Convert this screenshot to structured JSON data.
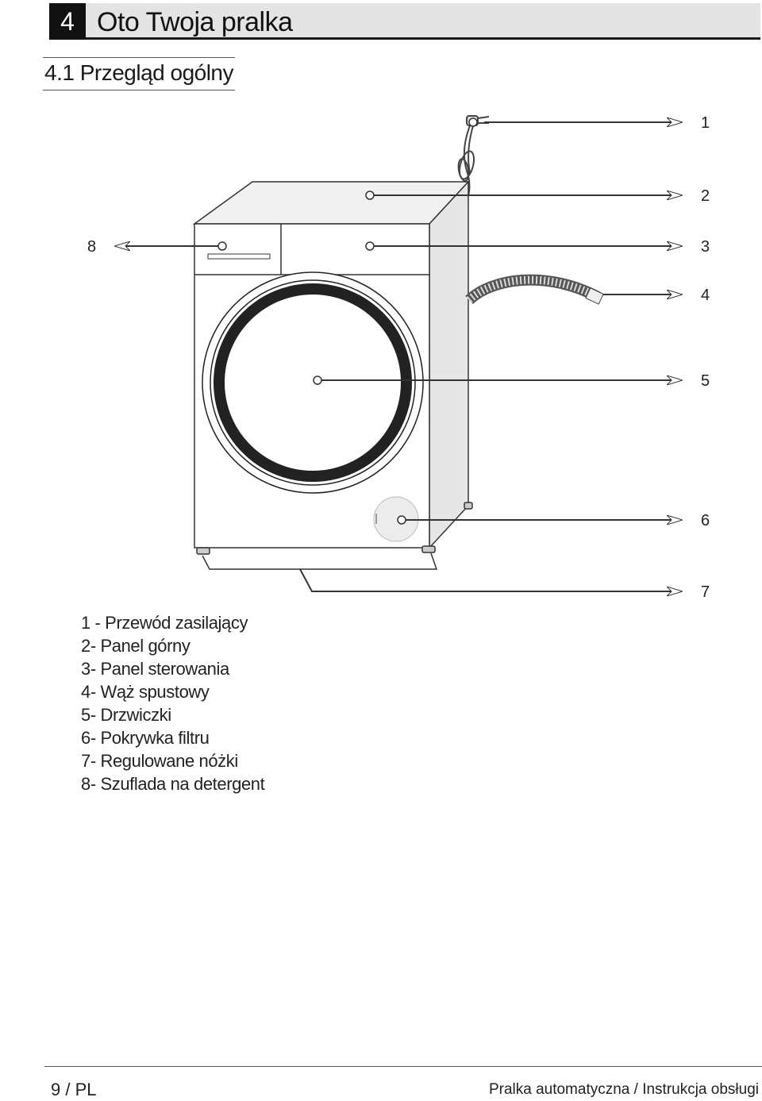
{
  "chapter": {
    "number": "4",
    "title": "Oto Twoja pralka"
  },
  "section": {
    "title": "4.1 Przegląd ogólny"
  },
  "figure": {
    "callouts": [
      "1",
      "2",
      "3",
      "4",
      "5",
      "6",
      "7",
      "8"
    ]
  },
  "legend": [
    "1 - Przewód zasilający",
    "2- Panel górny",
    "3- Panel sterowania",
    "4- Wąż spustowy",
    "5- Drzwiczki",
    "6- Pokrywka filtru",
    "7- Regulowane nóżki",
    "8- Szuflada na detergent"
  ],
  "footer": {
    "page": "9 / PL",
    "doc_title": "Pralka automatyczna / Instrukcja obsługi"
  }
}
